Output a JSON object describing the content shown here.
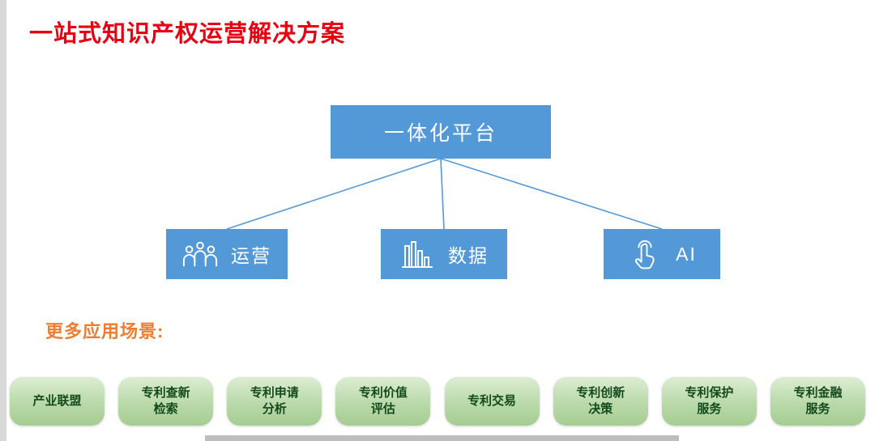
{
  "slide": {
    "title": "一站式知识产权运营解决方案",
    "more_scenarios_label": "更多应用场景:"
  },
  "diagram": {
    "root_label": "一体化平台",
    "nodes": [
      {
        "label": "运营",
        "icon": "people-icon"
      },
      {
        "label": "数据",
        "icon": "bar-chart-icon"
      },
      {
        "label": "AI",
        "icon": "tap-hand-icon"
      }
    ]
  },
  "scenarios": [
    {
      "label": "产业联盟"
    },
    {
      "label": "专利查新\n检索"
    },
    {
      "label": "专利申请\n分析"
    },
    {
      "label": "专利价值\n评估"
    },
    {
      "label": "专利交易"
    },
    {
      "label": "专利创新\n决策"
    },
    {
      "label": "专利保护\n服务"
    },
    {
      "label": "专利金融\n服务"
    }
  ],
  "colors": {
    "title_red": "#e60012",
    "node_blue": "#5499d7",
    "accent_orange": "#ed7d31",
    "pill_green": "#b9d9a9",
    "pill_text_green": "#134a1c"
  }
}
